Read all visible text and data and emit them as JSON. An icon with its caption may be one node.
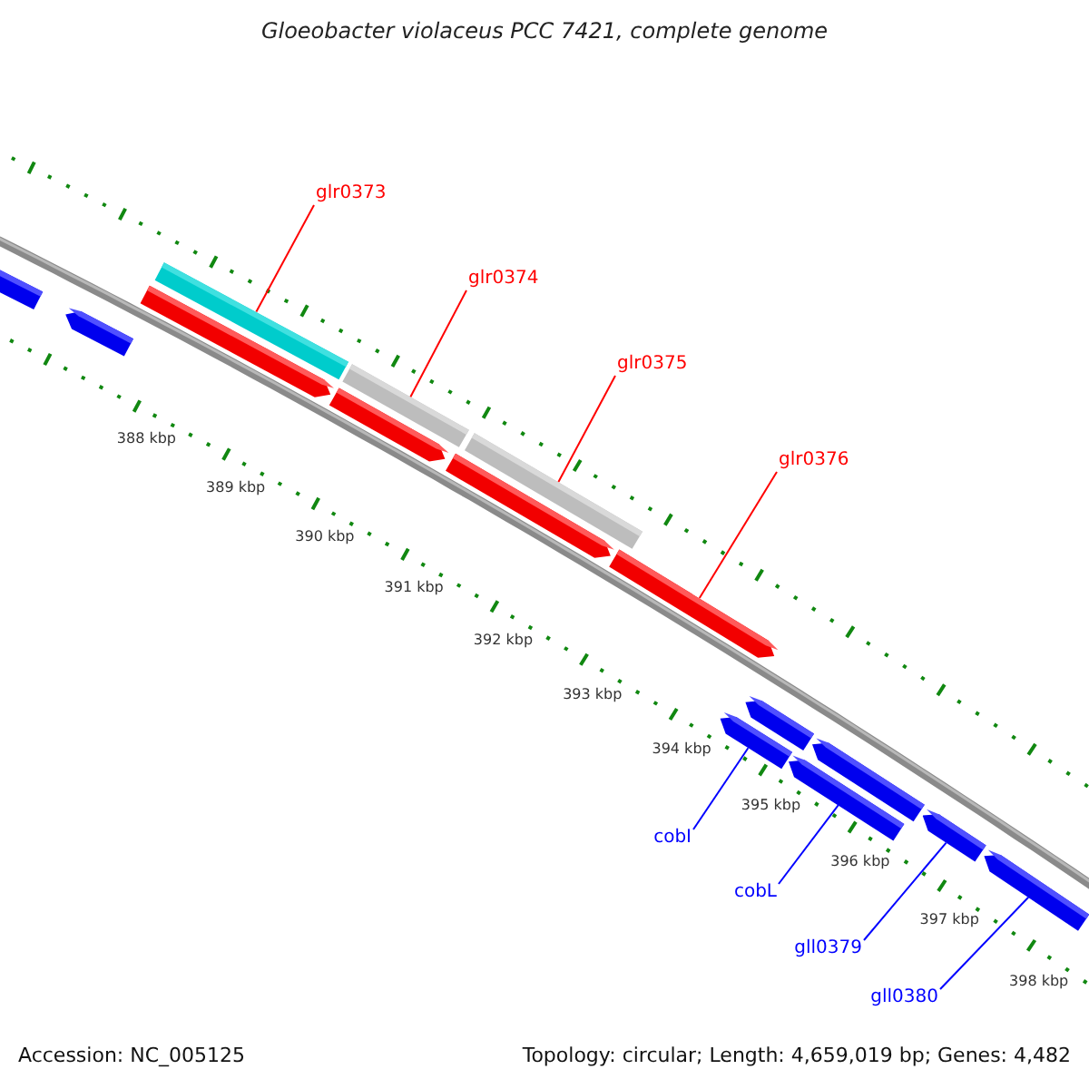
{
  "diagram": {
    "title": "Gloeobacter violaceus PCC 7421, complete genome",
    "nodes": [
      {
        "text": [
          "glr0373"
        ]
      },
      {
        "text": [],
        "shape": "bar"
      },
      {
        "text": [
          "glr0374"
        ]
      },
      {
        "text": [],
        "shape": "bar"
      },
      {
        "text": [
          "glr0375"
        ]
      },
      {
        "text": [],
        "shape": "bar"
      },
      {
        "text": [
          "glr0376"
        ]
      },
      {
        "text": [],
        "shape": "bar"
      },
      {
        "text": [
          "cobI"
        ]
      },
      {
        "text": [],
        "shape": "bar"
      },
      {
        "text": [
          "cobL"
        ]
      },
      {
        "text": [],
        "shape": "bar"
      },
      {
        "text": [
          "gll0379"
        ]
      },
      {
        "text": [],
        "shape": "bar"
      },
      {
        "text": [
          "gll0380"
        ]
      },
      {
        "text": [],
        "shape": "bar"
      },
      {
        "text": [],
        "shape": "bar"
      },
      {
        "text": [],
        "shape": "bar"
      },
      {
        "text": [],
        "shape": "bar"
      },
      {
        "text": [],
        "shape": "bar"
      },
      {
        "text": [],
        "shape": "bar"
      },
      {
        "text": [],
        "shape": "bar"
      },
      {
        "text": [],
        "shape": "bar"
      }
    ],
    "edges": [
      {
        "from": 0,
        "to": 1,
        "arrow": "none",
        "color": "#ff0000"
      },
      {
        "from": 2,
        "to": 3,
        "arrow": "none",
        "color": "#ff0000"
      },
      {
        "from": 4,
        "to": 5,
        "arrow": "none",
        "color": "#ff0000"
      },
      {
        "from": 6,
        "to": 7,
        "arrow": "none",
        "color": "#ff0000"
      },
      {
        "from": 8,
        "to": 9,
        "arrow": "none",
        "color": "#0000ff"
      },
      {
        "from": 10,
        "to": 11,
        "arrow": "none",
        "color": "#0000ff"
      },
      {
        "from": 12,
        "to": 13,
        "arrow": "none",
        "color": "#0000ff"
      },
      {
        "from": 14,
        "to": 15,
        "arrow": "none",
        "color": "#0000ff"
      }
    ],
    "labels": [
      "388 kbp",
      "389 kbp",
      "390 kbp",
      "391 kbp",
      "392 kbp",
      "393 kbp",
      "394 kbp",
      "395 kbp",
      "396 kbp",
      "397 kbp",
      "398 kbp",
      "Accession: NC_005125",
      "Topology: circular; Length: 4,659,019 bp; Genes: 4,482"
    ]
  }
}
